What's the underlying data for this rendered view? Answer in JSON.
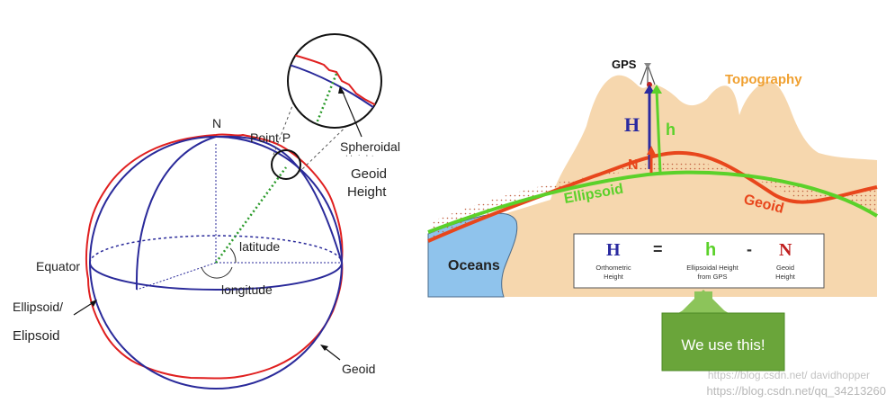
{
  "left_diagram": {
    "north": "N",
    "point": "Point P",
    "spheroidal": "Spheroidal",
    "spheroidal_cut": "Height",
    "geoid_height_1": "Geoid",
    "geoid_height_2": "Height",
    "latitude": "latitude",
    "longitude": "longitude",
    "equator": "Equator",
    "ellipsoid_1": "Ellipsoid/",
    "ellipsoid_2": "Elipsoid",
    "geoid": "Geoid",
    "colors": {
      "ellipsoid": "#2a2a9a",
      "geoid": "#e02020",
      "height": "#2a9a2a"
    }
  },
  "right_diagram": {
    "gps": "GPS",
    "topography": "Topography",
    "H": "H",
    "h": "h",
    "N": "N",
    "ellipsoid": "Ellipsoid",
    "geoid": "Geoid",
    "oceans": "Oceans",
    "formula": {
      "H": "H",
      "eq": "=",
      "h": "h",
      "minus": "-",
      "N": "N",
      "H_desc_1": "Orthometric",
      "H_desc_2": "Height",
      "h_desc_1": "Ellipsoidal Height",
      "h_desc_2": "from GPS",
      "N_desc_1": "Geoid",
      "N_desc_2": "Height"
    },
    "callout": "We use this!",
    "colors": {
      "land": "#f6d7ae",
      "ocean": "#8fc3ec",
      "ellipsoid": "#5bd12a",
      "geoid": "#e8461c",
      "H": "#2a2aa0",
      "topo_label": "#f0a030",
      "callout": "#6aa53a"
    }
  },
  "watermark_1": "https://blog.csdn.net/ davidhopper",
  "watermark_2": "https://blog.csdn.net/qq_34213260"
}
